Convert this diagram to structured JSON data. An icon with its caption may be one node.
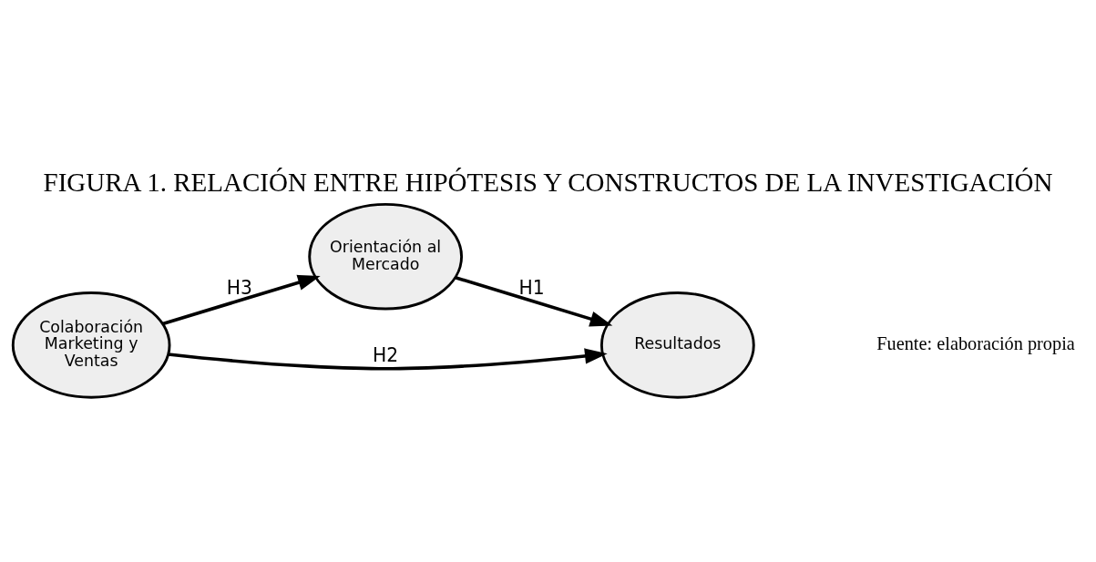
{
  "diagram": {
    "title": "FIGURA 1. RELACIÓN ENTRE HIPÓTESIS Y CONSTRUCTOS DE LA INVESTIGACIÓN",
    "caption": "Fuente: elaboración propia",
    "nodes": [
      {
        "text": [
          "Orientación al Mercado"
        ]
      },
      {
        "text": [
          "Colaboración Marketing y Ventas"
        ]
      },
      {
        "text": [
          "Resultados"
        ]
      }
    ],
    "edges": [
      {
        "from": 1,
        "to": 0,
        "arrow": "to",
        "label": "H3"
      },
      {
        "from": 0,
        "to": 2,
        "arrow": "to",
        "label": "H1"
      },
      {
        "from": 1,
        "to": 2,
        "arrow": "to",
        "label": "H2"
      }
    ]
  }
}
